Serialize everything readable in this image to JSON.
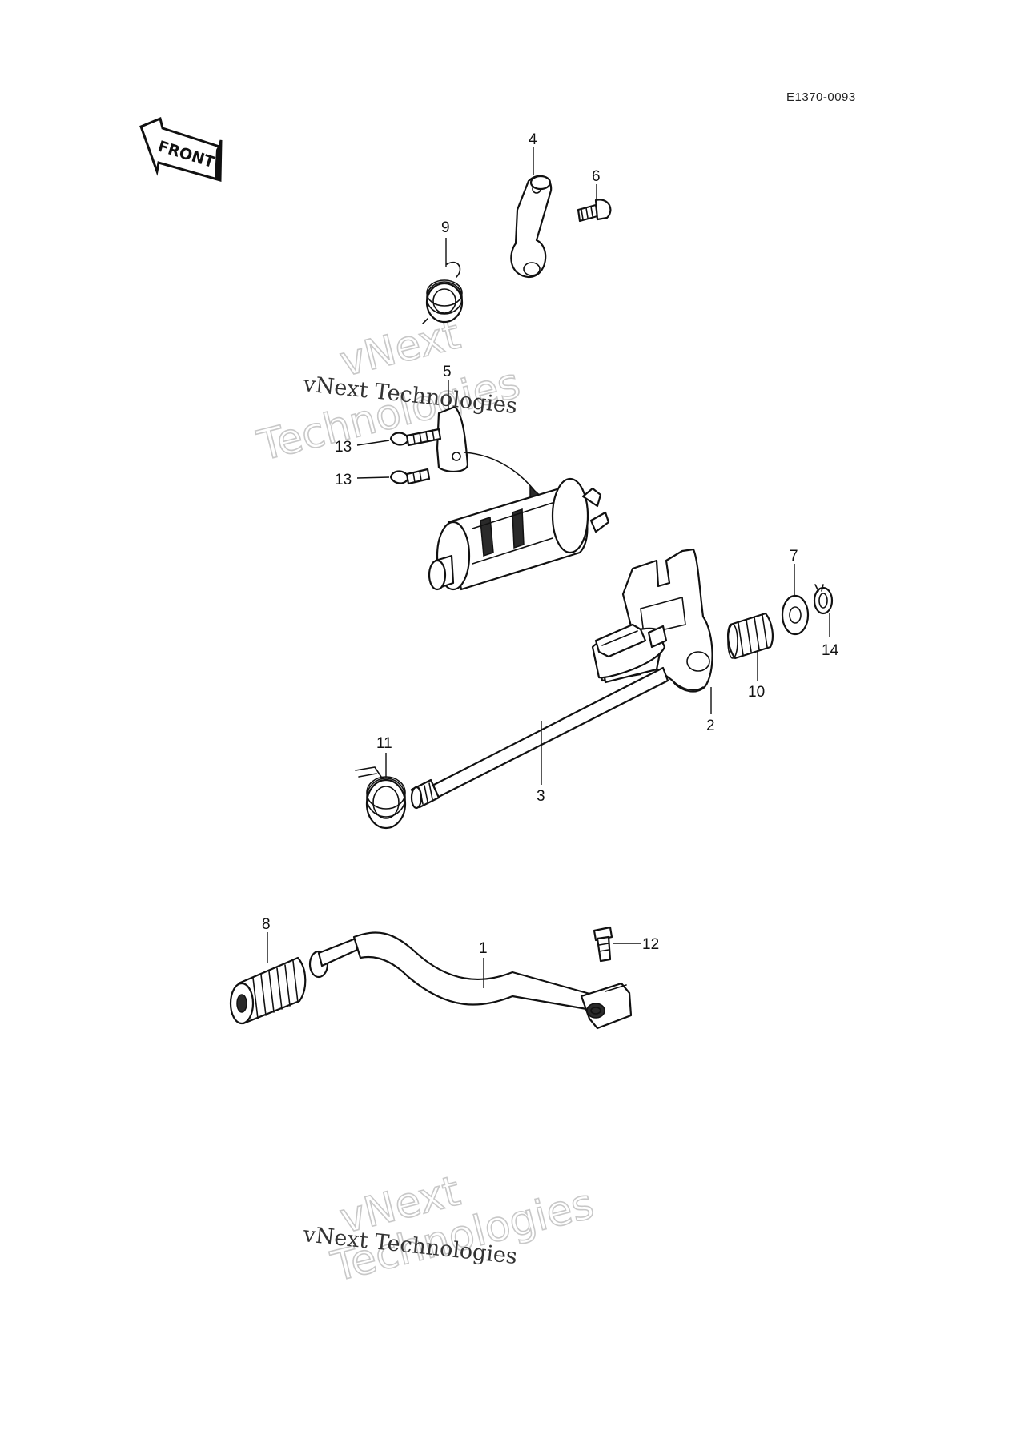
{
  "drawing_code": "E1370-0093",
  "front_label": "FRONT",
  "watermark": {
    "text": "vNext Technologies",
    "big_line1": "vNext",
    "big_line2": "Technologies"
  },
  "callouts": [
    {
      "id": "callout-1",
      "label": "1"
    },
    {
      "id": "callout-2",
      "label": "2"
    },
    {
      "id": "callout-3",
      "label": "3"
    },
    {
      "id": "callout-4",
      "label": "4"
    },
    {
      "id": "callout-5",
      "label": "5"
    },
    {
      "id": "callout-6",
      "label": "6"
    },
    {
      "id": "callout-7",
      "label": "7"
    },
    {
      "id": "callout-8",
      "label": "8"
    },
    {
      "id": "callout-9",
      "label": "9"
    },
    {
      "id": "callout-10",
      "label": "10"
    },
    {
      "id": "callout-11",
      "label": "11"
    },
    {
      "id": "callout-12",
      "label": "12"
    },
    {
      "id": "callout-13a",
      "label": "13"
    },
    {
      "id": "callout-13b",
      "label": "13"
    },
    {
      "id": "callout-14",
      "label": "14"
    }
  ]
}
